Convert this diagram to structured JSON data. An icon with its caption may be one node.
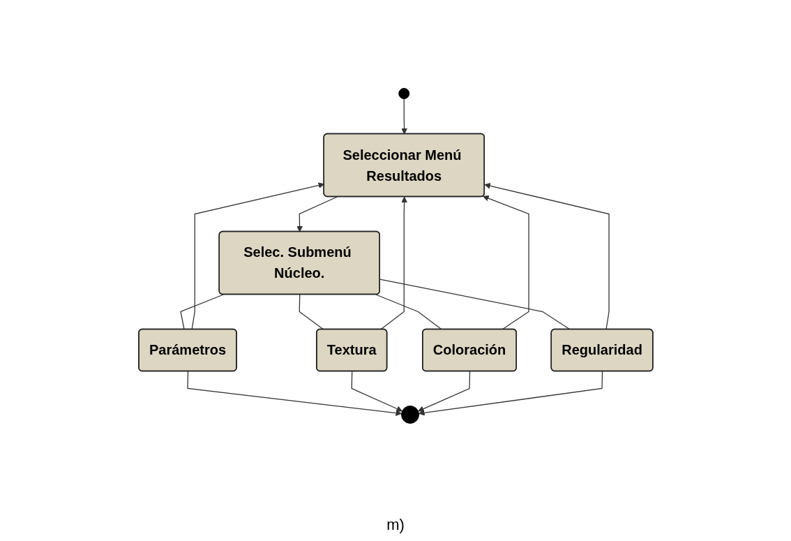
{
  "diagram": {
    "caption": "m)",
    "nodes": [
      {
        "text": [],
        "shape": "circle"
      },
      {
        "text": [
          "Seleccionar Menú Resultados"
        ]
      },
      {
        "text": [
          "Selec. Submenú Núcleo."
        ]
      },
      {
        "text": [
          "Parámetros"
        ]
      },
      {
        "text": [
          "Textura"
        ]
      },
      {
        "text": [
          "Coloración"
        ]
      },
      {
        "text": [
          "Regularidad"
        ]
      },
      {
        "text": [],
        "shape": "circle"
      }
    ],
    "edges": [
      {
        "from": 0,
        "to": 1,
        "arrow": "to"
      },
      {
        "from": 1,
        "to": 2,
        "arrow": "to"
      },
      {
        "from": 2,
        "to": 3,
        "arrow": "none"
      },
      {
        "from": 2,
        "to": 4,
        "arrow": "none"
      },
      {
        "from": 2,
        "to": 5,
        "arrow": "none"
      },
      {
        "from": 2,
        "to": 6,
        "arrow": "none"
      },
      {
        "from": 3,
        "to": 7,
        "arrow": "to"
      },
      {
        "from": 4,
        "to": 7,
        "arrow": "to"
      },
      {
        "from": 5,
        "to": 7,
        "arrow": "to"
      },
      {
        "from": 6,
        "to": 7,
        "arrow": "to"
      },
      {
        "from": 3,
        "to": 1,
        "arrow": "to"
      },
      {
        "from": 4,
        "to": 1,
        "arrow": "to"
      },
      {
        "from": 5,
        "to": 1,
        "arrow": "to"
      },
      {
        "from": 6,
        "to": 1,
        "arrow": "to"
      }
    ]
  }
}
